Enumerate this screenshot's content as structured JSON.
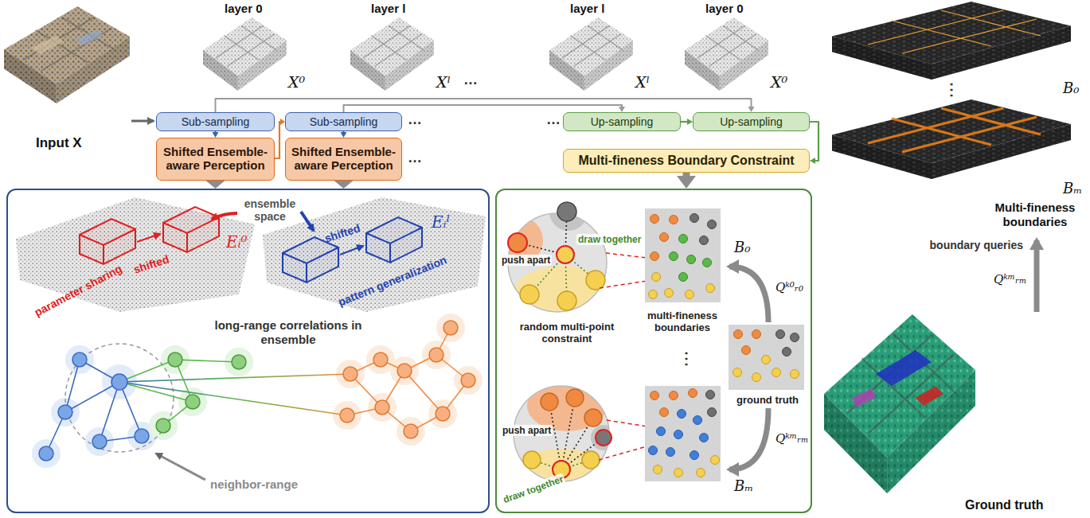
{
  "diagram": {
    "nodes": [
      {
        "text": [
          "Sub-sampling"
        ]
      },
      {
        "text": [
          "Shifted Ensemble-aware Perception"
        ]
      },
      {
        "text": [
          "Sub-sampling"
        ]
      },
      {
        "text": [
          "Shifted Ensemble-aware Perception"
        ]
      },
      {
        "text": [
          "Up-sampling"
        ]
      },
      {
        "text": [
          "Up-sampling"
        ]
      },
      {
        "text": [
          "Multi-fineness Boundary Constraint"
        ]
      },
      {
        "text": [
          "ensemble space",
          "parameter sharing",
          "shifted",
          "Eᵢ⁰",
          "shifted",
          "pattern generalization",
          "Eᵢˡ",
          "long-range correlations in ensemble",
          "neighbor-range"
        ]
      },
      {
        "text": [
          "push apart",
          "draw together",
          "random multi-point constraint",
          "multi-fineness boundaries",
          "⋮",
          "B₀",
          "Qᵏ⁰ᵣ₀",
          "ground truth",
          "push apart",
          "draw together",
          "Bₘ",
          "Qᵏᵐᵣₘ"
        ]
      }
    ],
    "edges": [
      {
        "from": 0,
        "to": 1,
        "arrow": "to"
      },
      {
        "from": 1,
        "to": 2,
        "arrow": "to"
      },
      {
        "from": 2,
        "to": 3,
        "arrow": "to"
      },
      {
        "from": 0,
        "to": 5,
        "arrow": "to"
      },
      {
        "from": 2,
        "to": 4,
        "arrow": "to"
      },
      {
        "from": 4,
        "to": 5,
        "arrow": "to"
      },
      {
        "from": 5,
        "to": 6,
        "arrow": "to"
      },
      {
        "from": 1,
        "to": 7,
        "arrow": "to"
      },
      {
        "from": 3,
        "to": 7,
        "arrow": "to"
      },
      {
        "from": 6,
        "to": 8,
        "arrow": "to"
      }
    ],
    "labels": [
      "Input X",
      "layer 0",
      "X⁰",
      "layer l",
      "Xˡ",
      "…",
      "layer l",
      "Xˡ",
      "layer 0",
      "X⁰",
      "…",
      "…",
      "…",
      "B₀",
      "⋮",
      "Bₘ",
      "Multi-fineness boundaries",
      "boundary queries",
      "Qᵏᵐᵣₘ",
      "Ground truth"
    ]
  }
}
